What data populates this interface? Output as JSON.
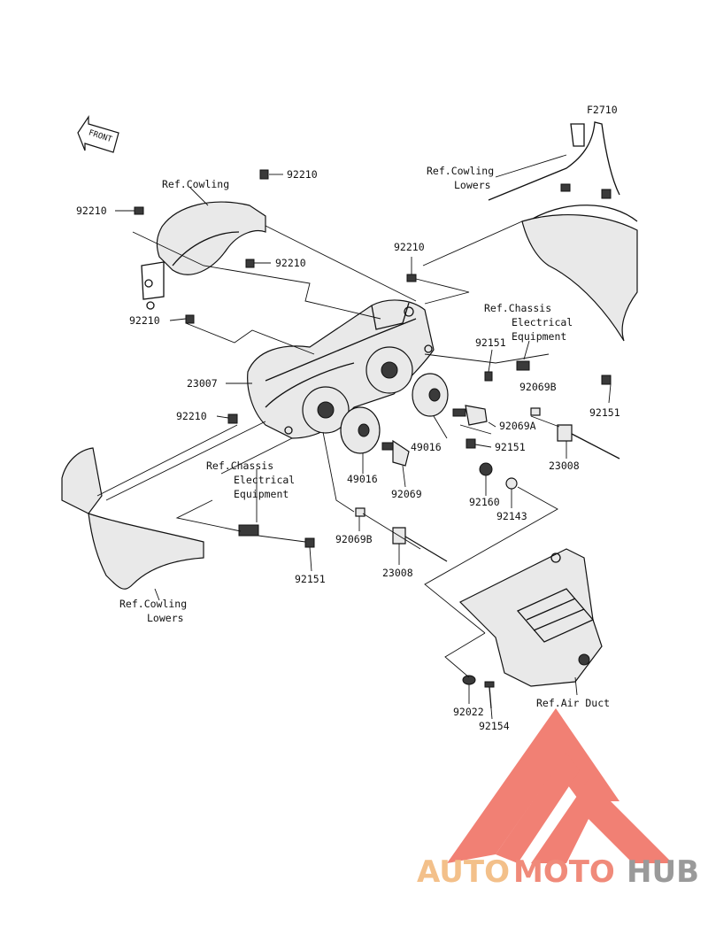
{
  "figure_code": "F2710",
  "front_label": "FRONT",
  "labels": {
    "ref_cowling": "Ref.Cowling",
    "ref_cowling_lowers_top_1": "Ref.Cowling",
    "ref_cowling_lowers_top_2": "Lowers",
    "ref_cowling_lowers_bottom_1": "Ref.Cowling",
    "ref_cowling_lowers_bottom_2": "Lowers",
    "ref_chassis_right_1": "Ref.Chassis",
    "ref_chassis_right_2": "Electrical",
    "ref_chassis_right_3": "Equipment",
    "ref_chassis_left_1": "Ref.Chassis",
    "ref_chassis_left_2": "Electrical",
    "ref_chassis_left_3": "Equipment",
    "ref_air_duct": "Ref.Air Duct"
  },
  "parts": {
    "p92210_a": "92210",
    "p92210_b": "92210",
    "p92210_c": "92210",
    "p92210_d": "92210",
    "p92210_e": "92210",
    "p92210_f": "92210",
    "p23007": "23007",
    "p92151_a": "92151",
    "p92151_b": "92151",
    "p92151_c": "92151",
    "p92151_d": "92151",
    "p92069B_a": "92069B",
    "p92069B_b": "92069B",
    "p92069A": "92069A",
    "p92069": "92069",
    "p49016_a": "49016",
    "p49016_b": "49016",
    "p23008_a": "23008",
    "p23008_b": "23008",
    "p92160": "92160",
    "p92143": "92143",
    "p92022": "92022",
    "p92154": "92154"
  },
  "watermark": {
    "part1": "AUTO",
    "part2": "MOTO",
    "part3": "HUB",
    "color_light": "#f3c08a",
    "color_mid": "#f08a7a",
    "color_dark": "#9a9a9a",
    "logo_color": "#ef6a5c"
  }
}
